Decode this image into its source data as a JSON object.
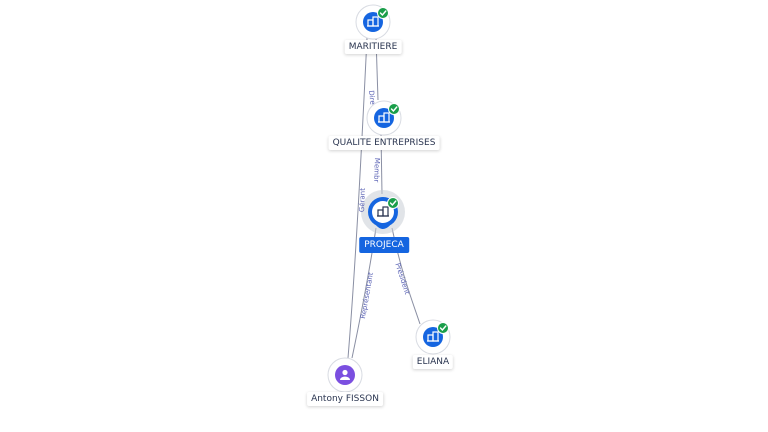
{
  "colors": {
    "company": "#1565e0",
    "person": "#7b4fe0",
    "check": "#1a9e4a",
    "edge": "#8a8fa3",
    "edge_label": "#5b63b5"
  },
  "nodes": [
    {
      "id": "maritiere",
      "label": "MARITIERE",
      "type": "company",
      "icon": "company-icon",
      "verified": true
    },
    {
      "id": "qualite",
      "label": "QUALITE ENTREPRISES",
      "type": "company",
      "icon": "company-icon",
      "verified": true
    },
    {
      "id": "projeca",
      "label": "PROJECA",
      "type": "company",
      "icon": "company-icon",
      "verified": true,
      "selected": true
    },
    {
      "id": "eliana",
      "label": "ELIANA",
      "type": "company",
      "icon": "company-icon",
      "verified": true
    },
    {
      "id": "fisson",
      "label": "Antony FISSON",
      "type": "person",
      "icon": "person-icon",
      "verified": false
    }
  ],
  "edges": [
    {
      "from": "maritiere",
      "to": "qualite",
      "label": "Dire"
    },
    {
      "from": "qualite",
      "to": "projeca",
      "label": "Membr"
    },
    {
      "from": "fisson",
      "to": "projeca",
      "label": "Représentant"
    },
    {
      "from": "fisson",
      "to": "maritiere",
      "label": "Gérant"
    },
    {
      "from": "eliana",
      "to": "projeca",
      "label": "Président"
    }
  ]
}
